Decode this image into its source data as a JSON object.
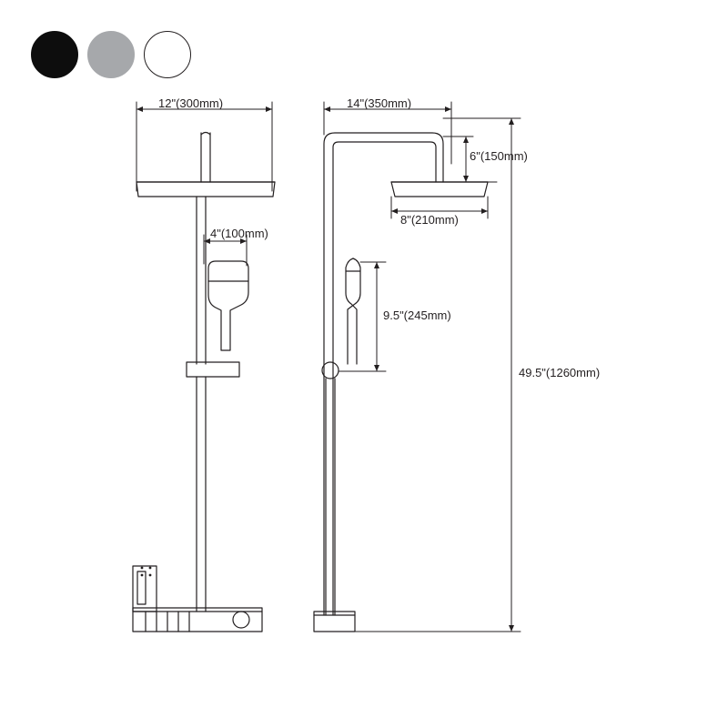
{
  "finish_swatches": [
    {
      "name": "black-finish",
      "color": "#0d0d0d",
      "label": ""
    },
    {
      "name": "chrome-finish",
      "color": "#a6a8ab",
      "label": ""
    },
    {
      "name": "white-finish",
      "color": "#ffffff",
      "label": ""
    }
  ],
  "dimensions": {
    "shower_arm_width_front": "12\"(300mm)",
    "shower_arm_width_side": "14\"(350mm)",
    "handheld_offset": "4\"(100mm)",
    "head_drop": "6\"(150mm)",
    "head_diameter": "8\"(210mm)",
    "handheld_length": "9.5\"(245mm)",
    "overall_height": "49.5\"(1260mm)"
  },
  "drawing": {
    "line_color": "#231f20",
    "stroke_width": 1,
    "views": [
      "front-view",
      "side-view"
    ],
    "background": "#ffffff"
  }
}
